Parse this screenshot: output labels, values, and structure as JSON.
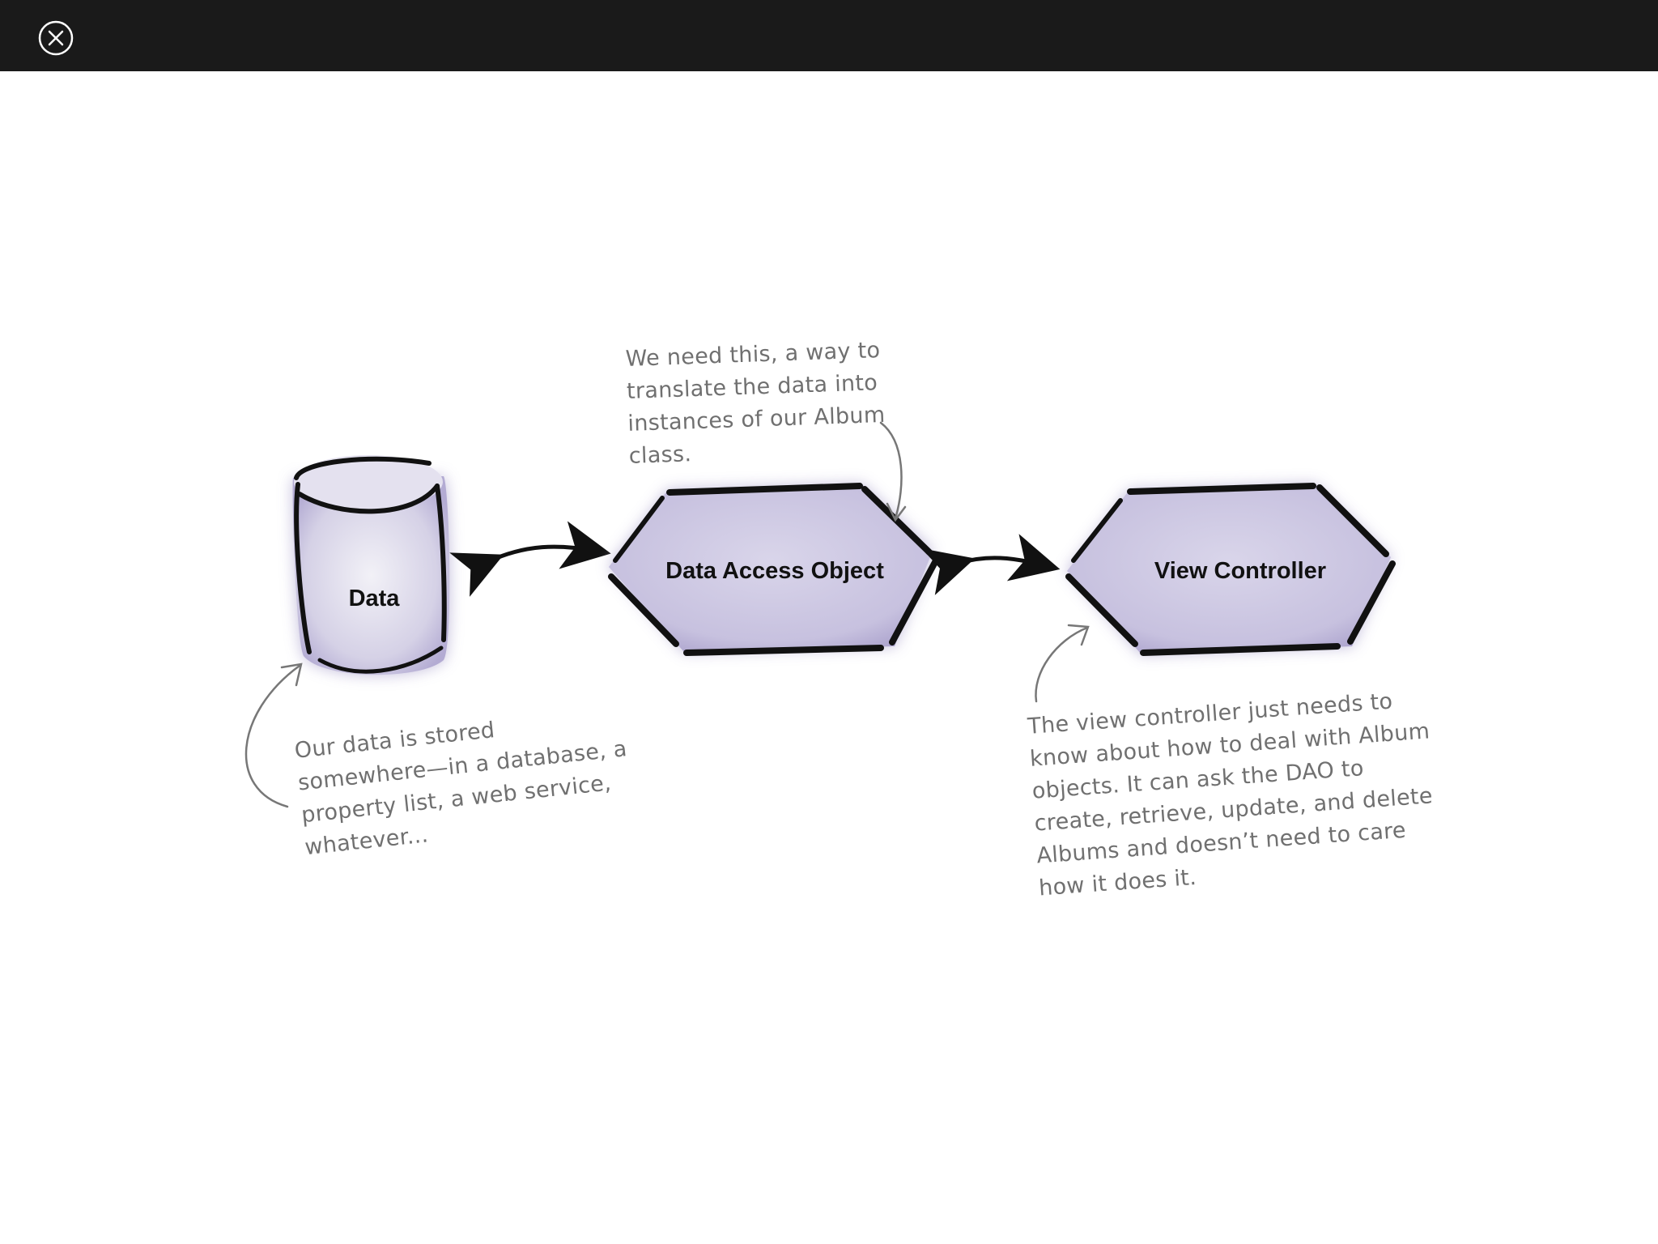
{
  "toolbar": {
    "close_icon": "close-circle-icon"
  },
  "colors": {
    "topbar": "#1a1a1a",
    "node_fill": "#cfcbe0",
    "node_glow": "#b9b2d6",
    "outline": "#111111",
    "note_text": "#707070"
  },
  "diagram": {
    "nodes": {
      "data": "Data",
      "dao": "Data Access Object",
      "view_controller": "View Controller"
    },
    "notes": {
      "dao": [
        "We need this, a way to",
        "translate the data into",
        "instances of our Album",
        "class."
      ],
      "data": [
        "Our data is stored",
        "somewhere—in a database, a",
        "property list, a web service,",
        "whatever..."
      ],
      "view_controller": [
        "The view controller just needs to",
        "know about how to deal with Album",
        "objects. It can ask the DAO to",
        "create, retrieve, update, and delete",
        "Albums and doesn’t need to care",
        "how it does it."
      ]
    }
  }
}
